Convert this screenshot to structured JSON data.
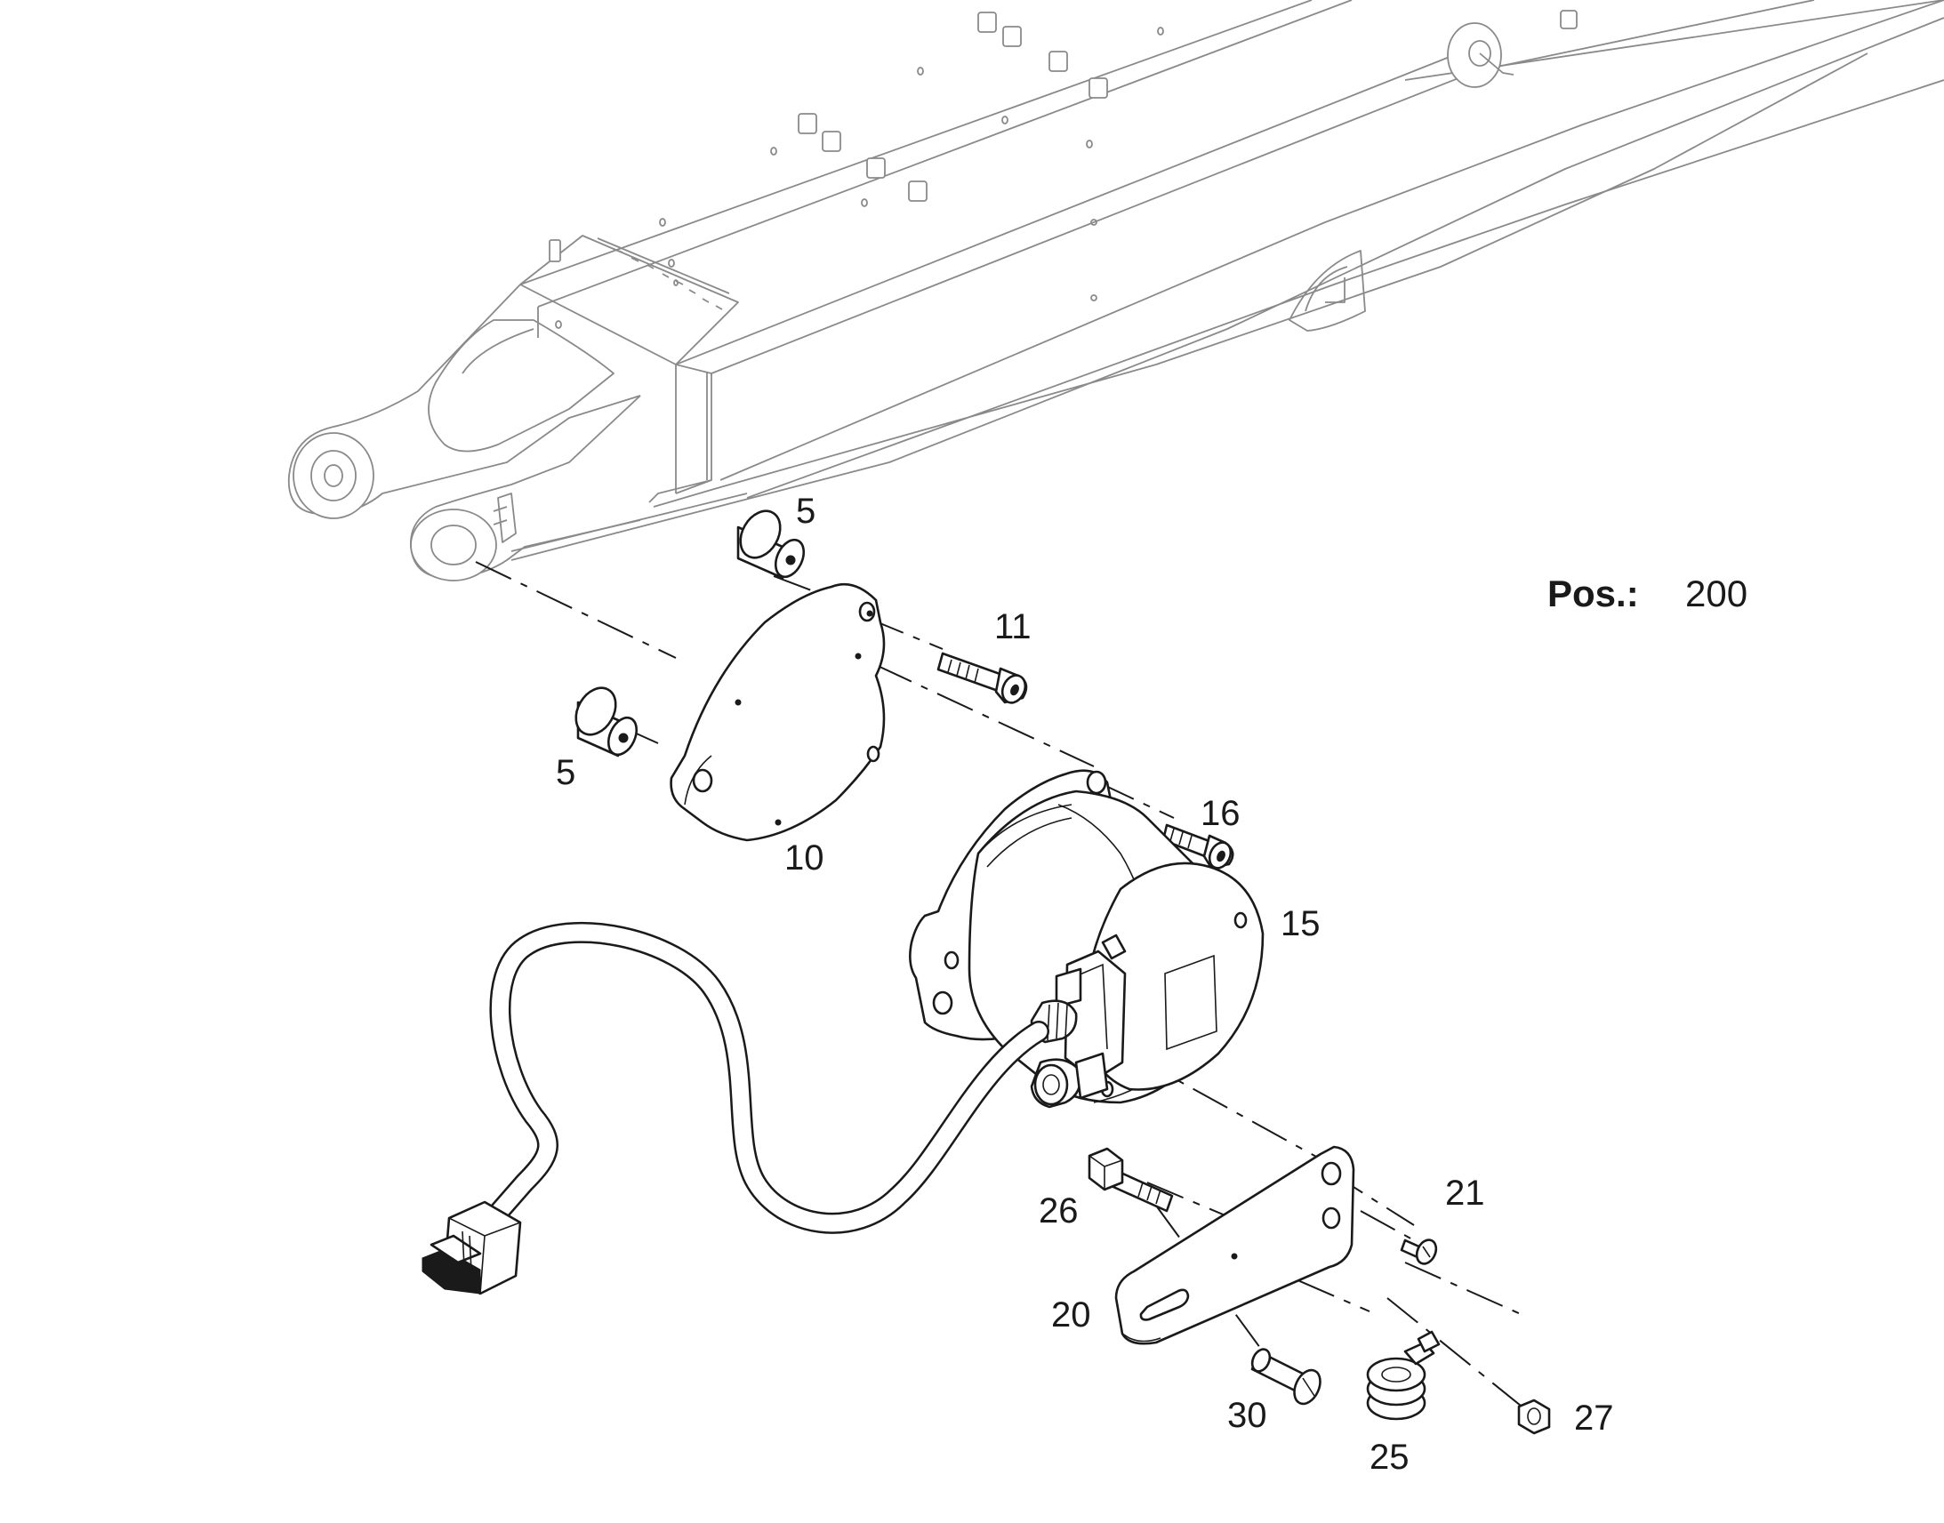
{
  "position": {
    "label": "Pos.:",
    "value": "200"
  },
  "callouts": {
    "c5a": "5",
    "c5b": "5",
    "c10": "10",
    "c11": "11",
    "c15": "15",
    "c16": "16",
    "c20": "20",
    "c21": "21",
    "c25": "25",
    "c26": "26",
    "c27": "27",
    "c30": "30"
  }
}
